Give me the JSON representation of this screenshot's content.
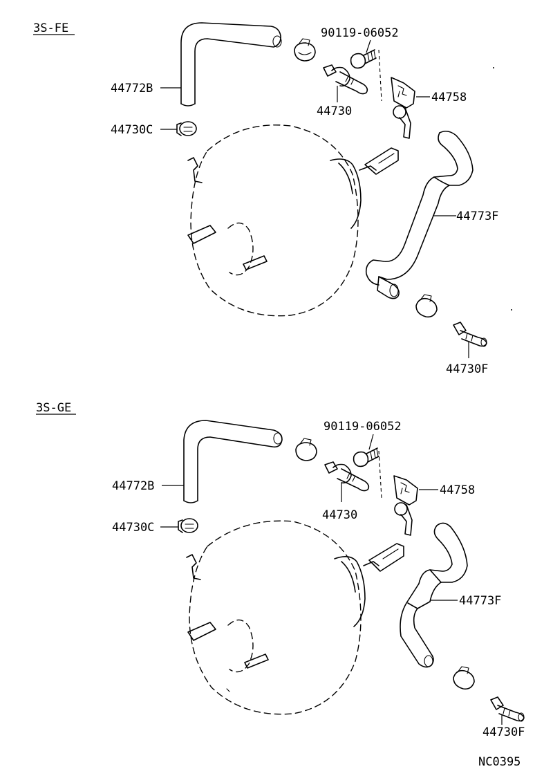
{
  "sections": [
    {
      "id": "3s-fe",
      "title": "3S-FE",
      "labels": {
        "bolt": "90119-06052",
        "hose_upper": "44772B",
        "union": "44730",
        "bracket": "44758",
        "clamp": "44730C",
        "hose_lower": "44773F",
        "check_valve": "44730F"
      }
    },
    {
      "id": "3s-ge",
      "title": "3S-GE",
      "labels": {
        "bolt": "90119-06052",
        "hose_upper": "44772B",
        "union": "44730",
        "bracket": "44758",
        "clamp": "44730C",
        "hose_lower": "44773F",
        "check_valve": "44730F"
      }
    }
  ],
  "footer": {
    "code": "NC0395"
  }
}
